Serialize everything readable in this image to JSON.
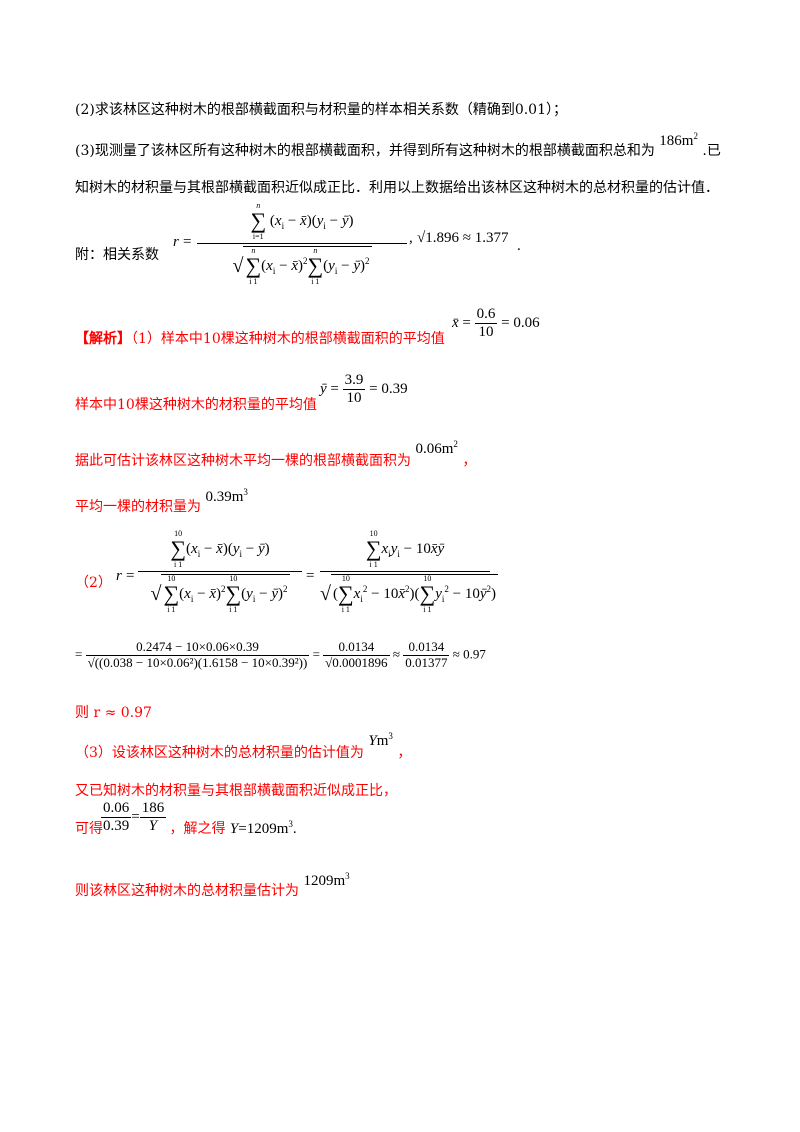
{
  "problem": {
    "q2": "(2)求该林区这种树木的根部横截面积与材积量的样本相关系数（精确到0.01）；",
    "q3_line1": "(3)现测量了该林区所有这种树木的根部横截面积，并得到所有这种树木的根部横截面积总和为",
    "q3_area": "186m²",
    "q3_line1_end": ".已",
    "q3_line2": "知树木的材积量与其根部横截面积近似成正比．利用以上数据给出该林区这种树木的总材积量的估计值．",
    "appendix_label": "附：相关系数",
    "sqrt_value": "√1.896 ≈ 1.377"
  },
  "solution": {
    "tag": "【解析】",
    "p1_text": "（1）样本中10棵这种树木的根部横截面积的平均值",
    "p1_formula": "x̄ = 0.6/10 = 0.06",
    "p2_text": "样本中10棵这种树木的材积量的平均值",
    "p2_formula": "ȳ = 3.9/10 = 0.39",
    "p3_text": "据此可估计该林区这种树木平均一棵的根部横截面积为",
    "p3_value": "0.06m²",
    "p3_end": "，",
    "p4_text": "平均一棵的材积量为",
    "p4_value": "0.39m³",
    "part2_label": "（2）",
    "calc_line": "= (0.2474 − 10×0.06×0.39) / √((0.038 − 10×0.06²)(1.6158 − 10×0.39²)) = 0.0134/√0.0001896 ≈ 0.0134/0.01377 ≈ 0.97",
    "conclusion_r": "则 r ≈ 0.97",
    "p3_intro": "（3）设该林区这种树木的总材积量的估计值为",
    "p3_var": "Ym³",
    "p3_intro_end": "，",
    "p3_known": "又已知树木的材积量与其根部横截面积近似成正比，",
    "p3_ke": "可得",
    "p3_solve": "，解之得 Y=1209m³.",
    "final_text": "则该林区这种树木的总材积量估计为",
    "final_value": "1209m³"
  }
}
